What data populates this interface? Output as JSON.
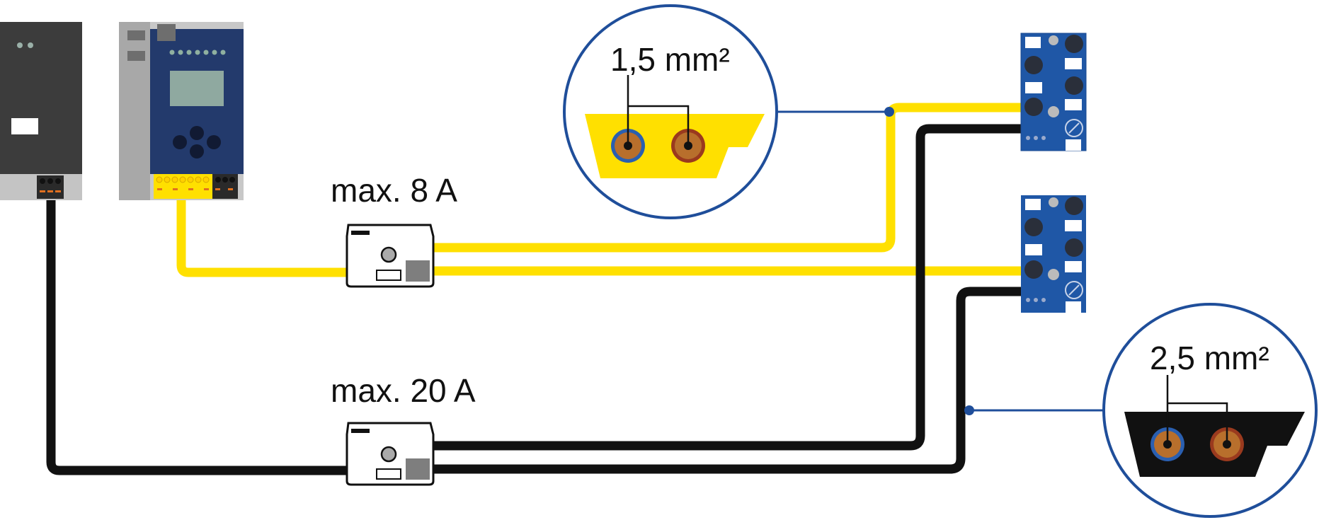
{
  "labels": {
    "fuse_yellow": "max. 8 A",
    "fuse_black": "max. 20 A",
    "zoom_yellow_cross_section": "1,5 mm²",
    "zoom_black_cross_section": "2,5 mm²"
  },
  "colors": {
    "cable_yellow": "#ffe000",
    "cable_black": "#111111",
    "device_navy": "#233a6c",
    "module_blue": "#1f57a6",
    "psu_dark": "#3c3c3c",
    "callout_blue": "#1f4e9a",
    "core_blue": "#2a5fb0",
    "core_brown": "#9a3a1e",
    "core_copper": "#b86f2c"
  },
  "icons": {
    "power_supply": "power-supply-icon",
    "gateway": "safety-gateway-icon",
    "fuse": "fuse-box-icon",
    "module": "io-module-icon",
    "cable_cross_section": "cable-cross-section-icon"
  }
}
